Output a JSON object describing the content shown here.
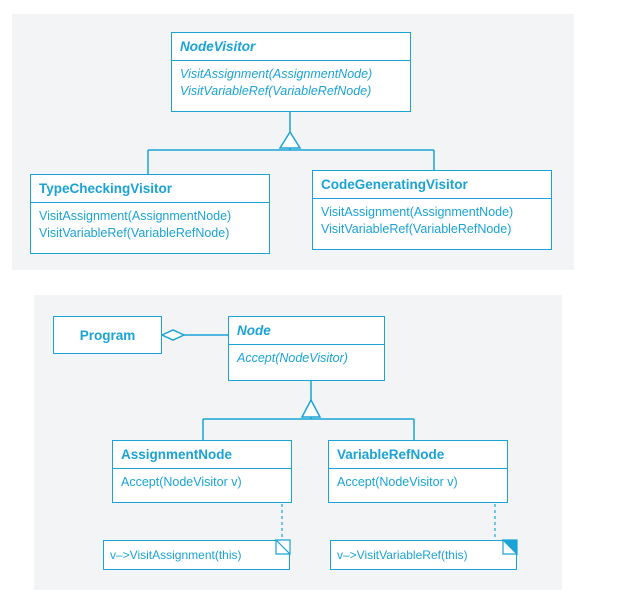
{
  "colors": {
    "line": "#1ba3d6",
    "panel": "#f3f4f6"
  },
  "top": {
    "node_visitor": {
      "name": "NodeVisitor",
      "ops": [
        "VisitAssignment(AssignmentNode)",
        "VisitVariableRef(VariableRefNode)"
      ]
    },
    "type_checking": {
      "name": "TypeCheckingVisitor",
      "ops": [
        "VisitAssignment(AssignmentNode)",
        "VisitVariableRef(VariableRefNode)"
      ]
    },
    "code_generating": {
      "name": "CodeGeneratingVisitor",
      "ops": [
        "VisitAssignment(AssignmentNode)",
        "VisitVariableRef(VariableRefNode)"
      ]
    }
  },
  "bottom": {
    "program": {
      "name": "Program"
    },
    "node": {
      "name": "Node",
      "ops": [
        "Accept(NodeVisitor)"
      ]
    },
    "assignment_node": {
      "name": "AssignmentNode",
      "ops": [
        "Accept(NodeVisitor v)"
      ],
      "note": "v–>VisitAssignment(this)"
    },
    "variable_ref_node": {
      "name": "VariableRefNode",
      "ops": [
        "Accept(NodeVisitor v)"
      ],
      "note": "v–>VisitVariableRef(this)"
    }
  }
}
